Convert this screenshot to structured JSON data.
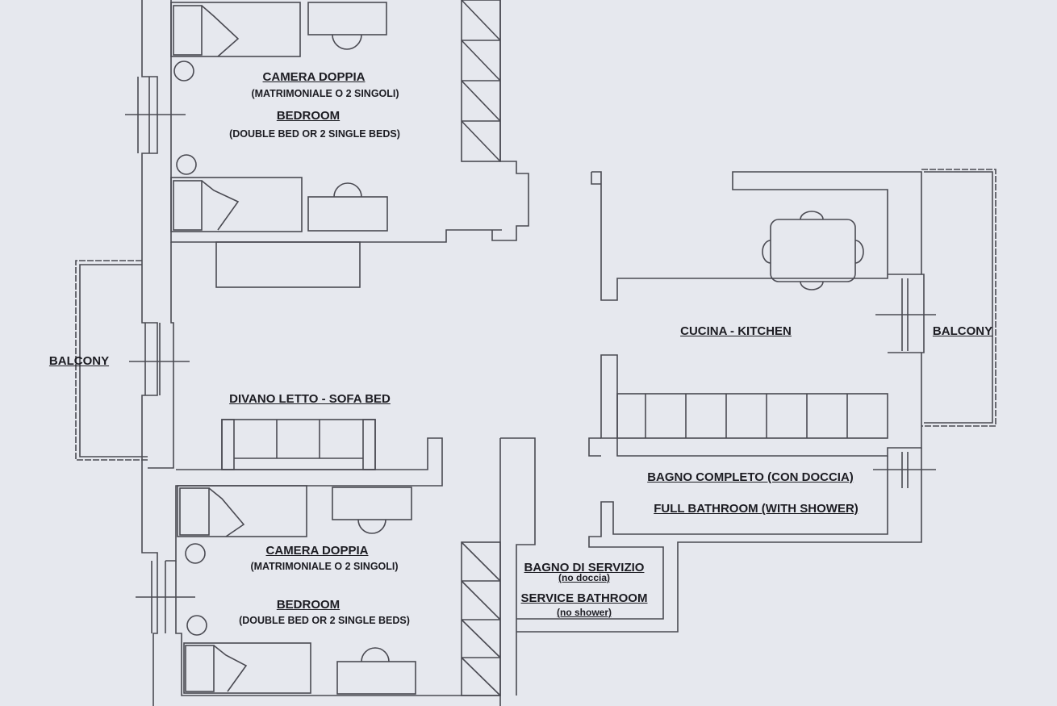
{
  "labels": {
    "bedroom_top": {
      "name_it": "CAMERA DOPPIA",
      "detail_it": "(MATRIMONIALE O 2 SINGOLI)",
      "name_en": "BEDROOM",
      "detail_en": "(DOUBLE BED OR 2 SINGLE BEDS)"
    },
    "bedroom_bottom": {
      "name_it": "CAMERA DOPPIA",
      "detail_it": "(MATRIMONIALE O 2 SINGOLI)",
      "name_en": "BEDROOM",
      "detail_en": "(DOUBLE BED OR 2 SINGLE BEDS)"
    },
    "living": {
      "sofa": "DIVANO LETTO  -  SOFA BED"
    },
    "balcony_left": "BALCONY",
    "balcony_right": "BALCONY",
    "kitchen": "CUCINA - KITCHEN",
    "full_bathroom": {
      "name_it": "BAGNO COMPLETO (CON DOCCIA)",
      "name_en": "FULL BATHROOM  (WITH SHOWER)"
    },
    "service_bathroom": {
      "name_it": "BAGNO DI SERVIZIO",
      "note_it": "(no doccia)",
      "name_en": "SERVICE BATHROOM",
      "note_en": "(no shower)"
    }
  },
  "colors": {
    "background": "#e6e8ee",
    "line": "#4a4a52",
    "text": "#1c1c22"
  }
}
